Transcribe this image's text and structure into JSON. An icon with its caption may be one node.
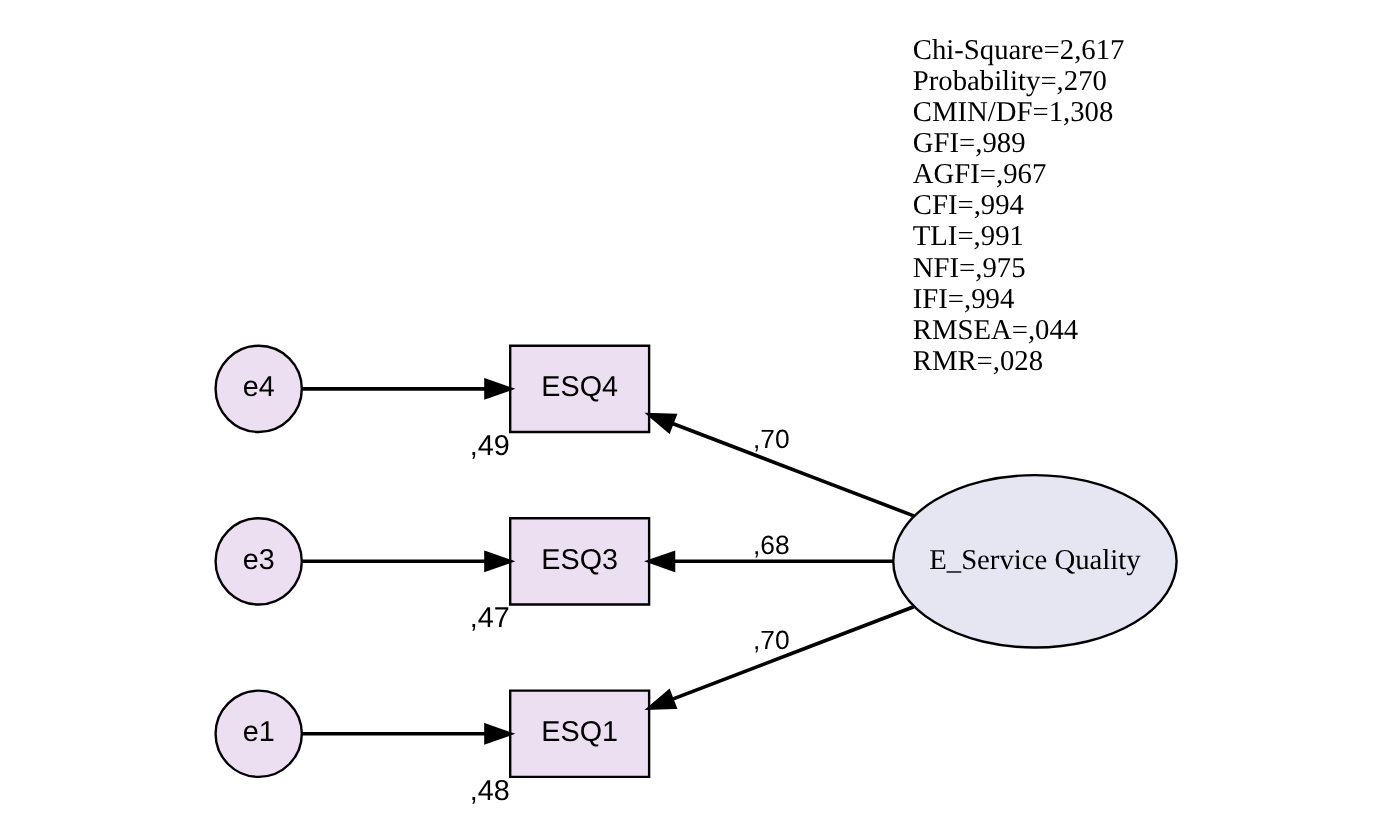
{
  "diagram": {
    "nodes": [
      {
        "text": [
          "e4"
        ]
      },
      {
        "text": [
          "ESQ4"
        ],
        "beside": [
          ",49"
        ]
      },
      {
        "text": [
          "e3"
        ]
      },
      {
        "text": [
          "ESQ3"
        ],
        "beside": [
          ",47"
        ]
      },
      {
        "text": [
          "e1"
        ]
      },
      {
        "text": [
          "ESQ1"
        ],
        "beside": [
          ",48"
        ]
      },
      {
        "text": [
          "E_Service Quality"
        ]
      }
    ],
    "edges": [
      {
        "from": 0,
        "to": 1,
        "arrow": "to"
      },
      {
        "from": 6,
        "to": 1,
        "arrow": "to",
        "label": ",70"
      },
      {
        "from": 2,
        "to": 3,
        "arrow": "to"
      },
      {
        "from": 6,
        "to": 3,
        "arrow": "to",
        "label": ",68"
      },
      {
        "from": 4,
        "to": 5,
        "arrow": "to"
      },
      {
        "from": 6,
        "to": 5,
        "arrow": "to",
        "label": ",70"
      }
    ],
    "labels": [
      "Chi-Square=2,617",
      "Probability=,270",
      "CMIN/DF=1,308",
      "GFI=,989",
      "AGFI=,967",
      "CFI=,994",
      "TLI=,991",
      "NFI=,975",
      "IFI=,994",
      "RMSEA=,044",
      "RMR=,028"
    ]
  }
}
